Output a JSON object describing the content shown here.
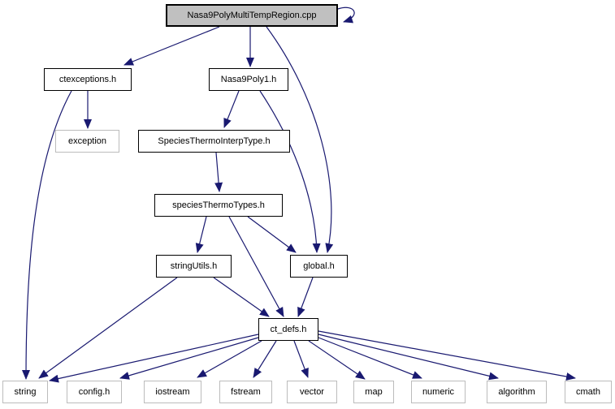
{
  "diagram": {
    "type": "include-dependency-graph",
    "colors": {
      "edge": "#191970",
      "node_fill": "#ffffff",
      "node_border": "#000000",
      "external_border": "#bcbcbc",
      "focus_fill": "#c0c0c0"
    },
    "nodes": {
      "cpp": {
        "label": "Nasa9PolyMultiTempRegion.cpp",
        "kind": "focus"
      },
      "ctexceptions": {
        "label": "ctexceptions.h",
        "kind": "internal"
      },
      "nasa9poly1": {
        "label": "Nasa9Poly1.h",
        "kind": "internal"
      },
      "exception": {
        "label": "exception",
        "kind": "external"
      },
      "stit": {
        "label": "SpeciesThermoInterpType.h",
        "kind": "internal"
      },
      "stt": {
        "label": "speciesThermoTypes.h",
        "kind": "internal"
      },
      "stringutils": {
        "label": "stringUtils.h",
        "kind": "internal"
      },
      "global": {
        "label": "global.h",
        "kind": "internal"
      },
      "ctdefs": {
        "label": "ct_defs.h",
        "kind": "internal"
      },
      "string": {
        "label": "string",
        "kind": "external"
      },
      "config": {
        "label": "config.h",
        "kind": "external"
      },
      "iostream": {
        "label": "iostream",
        "kind": "external"
      },
      "fstream": {
        "label": "fstream",
        "kind": "external"
      },
      "vector": {
        "label": "vector",
        "kind": "external"
      },
      "map": {
        "label": "map",
        "kind": "external"
      },
      "numeric": {
        "label": "numeric",
        "kind": "external"
      },
      "algorithm": {
        "label": "algorithm",
        "kind": "external"
      },
      "cmath": {
        "label": "cmath",
        "kind": "external"
      }
    },
    "edges": [
      {
        "from": "cpp",
        "to": "cpp"
      },
      {
        "from": "cpp",
        "to": "ctexceptions"
      },
      {
        "from": "cpp",
        "to": "nasa9poly1"
      },
      {
        "from": "cpp",
        "to": "global"
      },
      {
        "from": "ctexceptions",
        "to": "exception"
      },
      {
        "from": "ctexceptions",
        "to": "string"
      },
      {
        "from": "nasa9poly1",
        "to": "stit"
      },
      {
        "from": "nasa9poly1",
        "to": "global"
      },
      {
        "from": "stit",
        "to": "stt"
      },
      {
        "from": "stt",
        "to": "stringutils"
      },
      {
        "from": "stt",
        "to": "ctdefs"
      },
      {
        "from": "stt",
        "to": "global"
      },
      {
        "from": "stringutils",
        "to": "string"
      },
      {
        "from": "stringutils",
        "to": "ctdefs"
      },
      {
        "from": "global",
        "to": "ctdefs"
      },
      {
        "from": "ctdefs",
        "to": "string"
      },
      {
        "from": "ctdefs",
        "to": "config"
      },
      {
        "from": "ctdefs",
        "to": "iostream"
      },
      {
        "from": "ctdefs",
        "to": "fstream"
      },
      {
        "from": "ctdefs",
        "to": "vector"
      },
      {
        "from": "ctdefs",
        "to": "map"
      },
      {
        "from": "ctdefs",
        "to": "numeric"
      },
      {
        "from": "ctdefs",
        "to": "algorithm"
      },
      {
        "from": "ctdefs",
        "to": "cmath"
      }
    ]
  }
}
